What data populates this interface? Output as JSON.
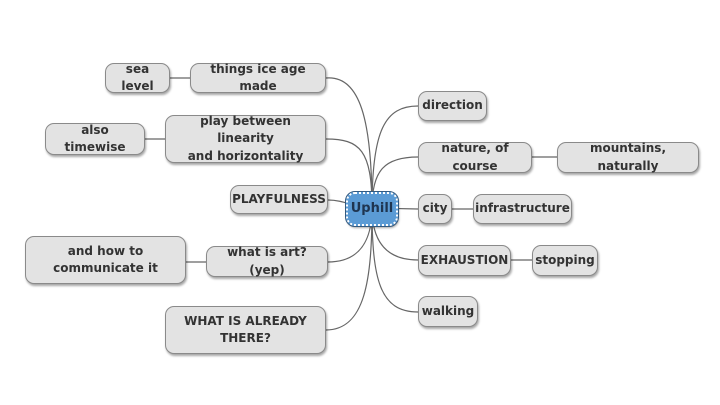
{
  "root": {
    "label": "Uphill",
    "color": "#5b9bd5"
  },
  "left": [
    {
      "label": "things ice age made",
      "child": "sea level"
    },
    {
      "label": "play between linearity\nand horizontality",
      "child": "also timewise"
    },
    {
      "label": "PLAYFULNESS"
    },
    {
      "label": "what is art? (yep)",
      "child": "and how to\ncommunicate it"
    },
    {
      "label": "WHAT IS ALREADY\nTHERE?"
    }
  ],
  "right": [
    {
      "label": "direction"
    },
    {
      "label": "nature, of course",
      "child": "mountains, naturally"
    },
    {
      "label": "city",
      "child": "infrastructure"
    },
    {
      "label": "EXHAUSTION",
      "child": "stopping"
    },
    {
      "label": "walking"
    }
  ]
}
